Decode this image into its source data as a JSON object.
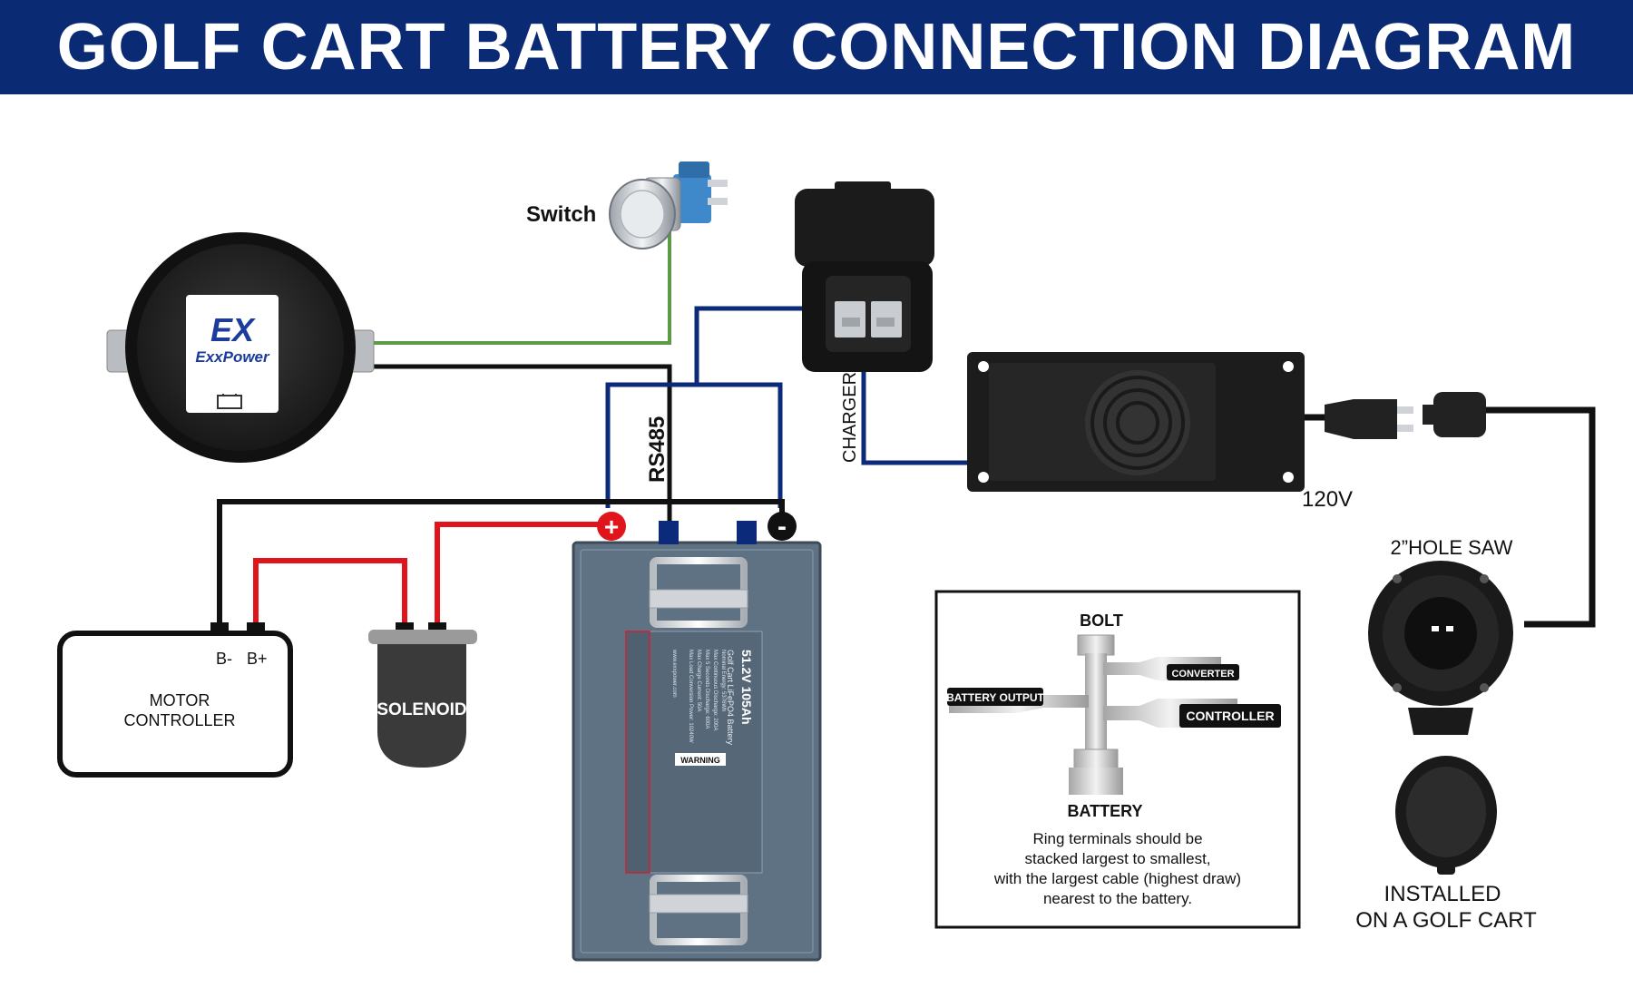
{
  "title": "GOLF CART BATTERY CONNECTION DIAGRAM",
  "labels": {
    "switch": "Switch",
    "rs485": "RS485",
    "charger": "CHARGER",
    "voltage": "120V",
    "hole_saw": "2”HOLE SAW",
    "installed_line1": "INSTALLED",
    "installed_line2": "ON A GOLF CART",
    "motor_controller_line1": "MOTOR",
    "motor_controller_line2": "CONTROLLER",
    "b_minus": "B-",
    "b_plus": "B+",
    "solenoid": "SOLENOID",
    "plus": "+",
    "minus": "-"
  },
  "monitor": {
    "brand": "ExxPower",
    "logo": "EX"
  },
  "battery": {
    "model": "51.2V 105Ah",
    "type": "Golf Cart LiFePO4 Battery",
    "warning": "WARNING",
    "specs": [
      "Nominal Energy: 5376Wh",
      "Max Continuous Discharge: 200A",
      "Max 5 Seconds Discharge: 600A",
      "Max Charge Current: 50A",
      "Max Load Conversion Power: 10240W"
    ],
    "website": "www.exxpower.com"
  },
  "bolt_box": {
    "bolt": "BOLT",
    "converter": "CONVERTER",
    "battery_output": "BATTERY OUTPUT",
    "controller": "CONTROLLER",
    "battery": "BATTERY",
    "note_lines": [
      "Ring terminals should be",
      "stacked largest to smallest,",
      "with the largest cable (highest draw)",
      "nearest to the battery."
    ]
  },
  "colors": {
    "header_bg": "#0a2a74",
    "wire_black": "#111111",
    "wire_red": "#e0141b",
    "wire_navy": "#0b2a7a",
    "wire_green": "#5b9b43",
    "battery_body": "#5f7284",
    "positive": "#e0141b",
    "negative": "#111111"
  }
}
